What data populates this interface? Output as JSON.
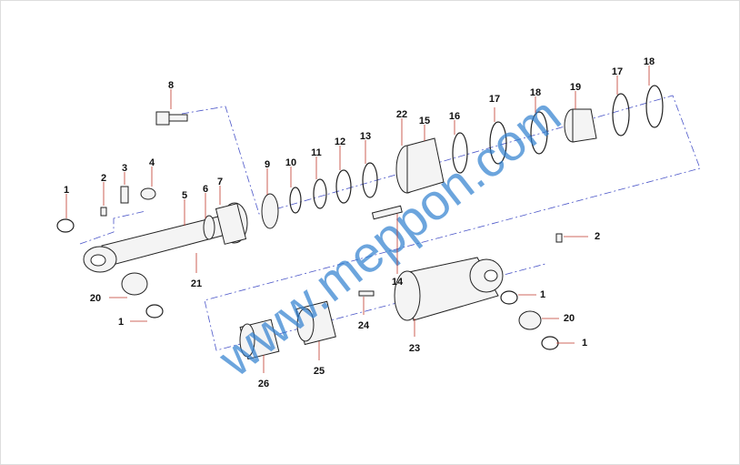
{
  "watermark": "www.meppon.com",
  "callouts": [
    "8",
    "1",
    "2",
    "3",
    "4",
    "5",
    "6",
    "7",
    "9",
    "10",
    "11",
    "12",
    "13",
    "22",
    "15",
    "16",
    "17",
    "18",
    "19",
    "17",
    "18",
    "14",
    "21",
    "20",
    "1",
    "2",
    "1",
    "20",
    "1",
    "24",
    "23",
    "25",
    "26"
  ],
  "colors": {
    "leader": "#c0392b",
    "centerline": "#4a55c8",
    "watermark": "#2f7fd0"
  }
}
